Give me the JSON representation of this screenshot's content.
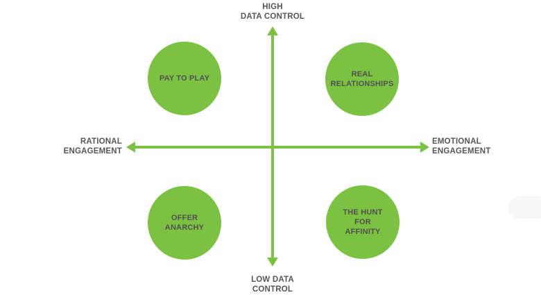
{
  "colors": {
    "accent": "#7cc242",
    "text": "#555555",
    "background": "#ffffff"
  },
  "axes": {
    "top": {
      "line1": "HIGH",
      "line2": "DATA CONTROL"
    },
    "bottom": {
      "line1": "LOW DATA",
      "line2": "CONTROL"
    },
    "left": {
      "line1": "RATIONAL",
      "line2": "ENGAGEMENT"
    },
    "right": {
      "line1": "EMOTIONAL",
      "line2": "ENGAGEMENT"
    }
  },
  "quadrants": [
    {
      "id": "top-left",
      "lines": [
        "PAY TO PLAY"
      ]
    },
    {
      "id": "top-right",
      "lines": [
        "REAL",
        "RELATIONSHIPS"
      ]
    },
    {
      "id": "bottom-left",
      "lines": [
        "OFFER",
        "ANARCHY"
      ]
    },
    {
      "id": "bottom-right",
      "lines": [
        "THE HUNT",
        "FOR",
        "AFFINITY"
      ]
    }
  ]
}
